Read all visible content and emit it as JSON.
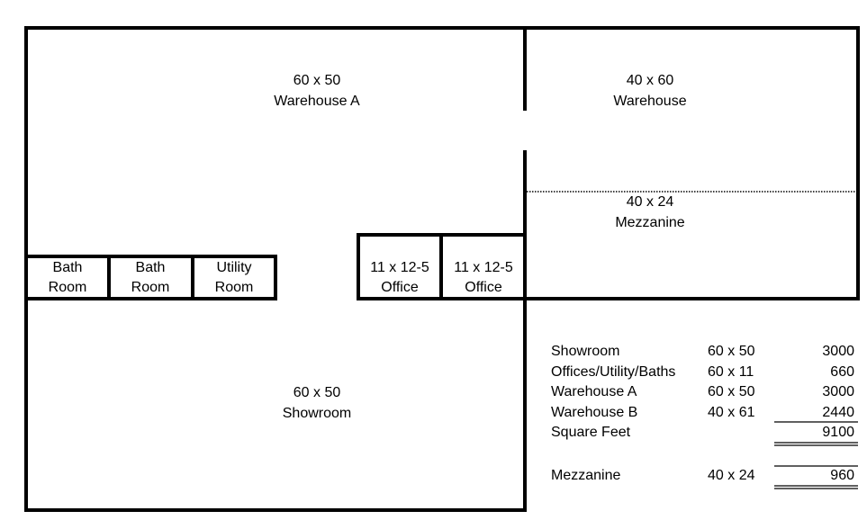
{
  "rooms": {
    "warehouse_a": {
      "dims": "60 x 50",
      "name": "Warehouse A"
    },
    "warehouse": {
      "dims": "40 x 60",
      "name": "Warehouse"
    },
    "mezzanine": {
      "dims": "40 x 24",
      "name": "Mezzanine"
    },
    "showroom": {
      "dims": "60 x 50",
      "name": "Showroom"
    },
    "bath1": {
      "line1": "Bath",
      "line2": "Room"
    },
    "bath2": {
      "line1": "Bath",
      "line2": "Room"
    },
    "utility": {
      "line1": "Utility",
      "line2": "Room"
    },
    "office1": {
      "line1": "11 x 12-5",
      "line2": "Office"
    },
    "office2": {
      "line1": "11 x 12-5",
      "line2": "Office"
    }
  },
  "summary": {
    "rows": [
      {
        "name": "Showroom",
        "dims": "60 x 50",
        "sqft": "3000"
      },
      {
        "name": "Offices/Utility/Baths",
        "dims": "60 x 11",
        "sqft": "660"
      },
      {
        "name": "Warehouse A",
        "dims": "60 x 50",
        "sqft": "3000"
      },
      {
        "name": "Warehouse B",
        "dims": "40 x 61",
        "sqft": "2440"
      }
    ],
    "total": {
      "name": "Square Feet",
      "sqft": "9100"
    },
    "mezzanine": {
      "name": "Mezzanine",
      "dims": "40 x 24",
      "sqft": "960"
    }
  }
}
